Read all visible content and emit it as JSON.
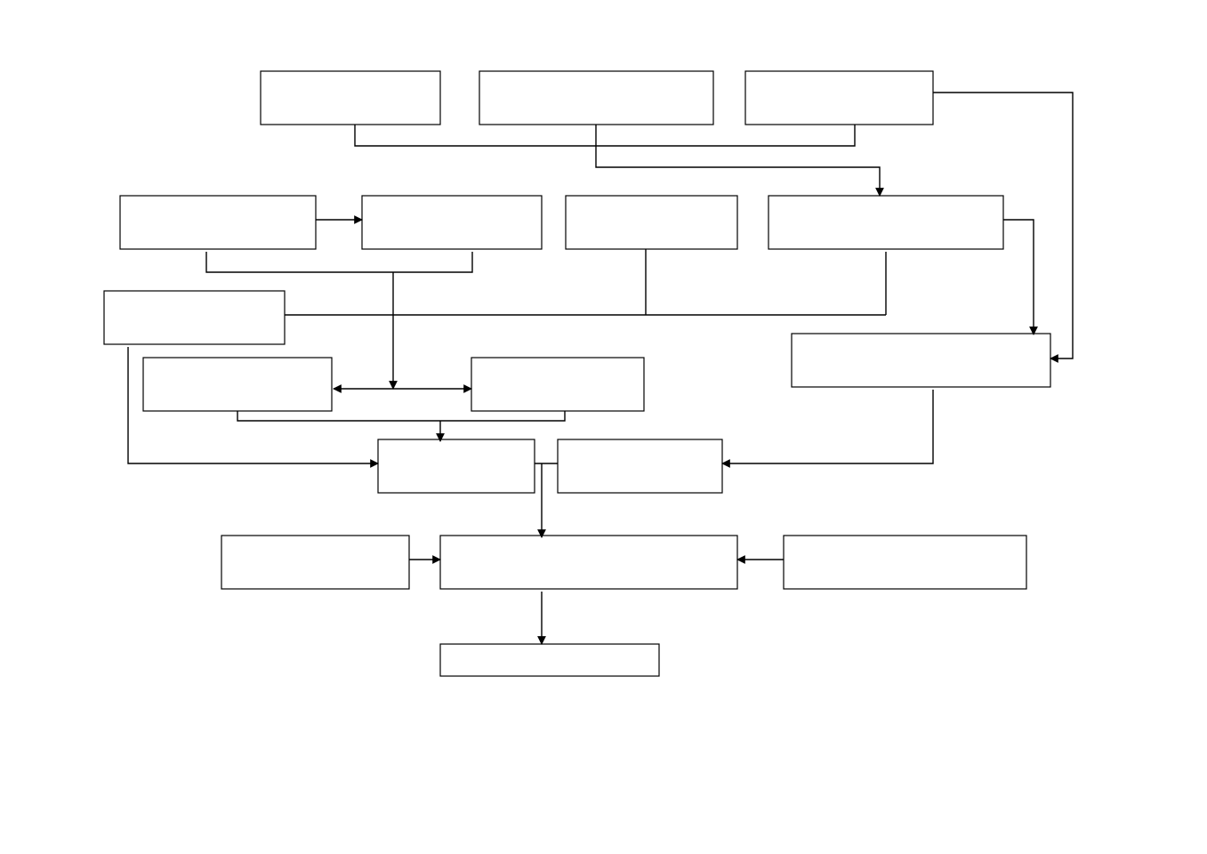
{
  "diagram": {
    "type": "flowchart",
    "background_color": "#ffffff",
    "line_color": "#000000",
    "nodes": [
      {
        "id": "box-top-left",
        "label": ""
      },
      {
        "id": "box-top-center",
        "label": ""
      },
      {
        "id": "box-top-right",
        "label": ""
      },
      {
        "id": "box-row2-a",
        "label": ""
      },
      {
        "id": "box-row2-b",
        "label": ""
      },
      {
        "id": "box-row2-c",
        "label": ""
      },
      {
        "id": "box-row2-d",
        "label": ""
      },
      {
        "id": "box-left-mid",
        "label": ""
      },
      {
        "id": "box-right-mid",
        "label": ""
      },
      {
        "id": "box-row4-left",
        "label": ""
      },
      {
        "id": "box-row4-right",
        "label": ""
      },
      {
        "id": "box-row5-left",
        "label": ""
      },
      {
        "id": "box-row5-right",
        "label": ""
      },
      {
        "id": "box-row6-left",
        "label": ""
      },
      {
        "id": "box-row6-center",
        "label": ""
      },
      {
        "id": "box-row6-right",
        "label": ""
      },
      {
        "id": "box-bottom",
        "label": ""
      }
    ],
    "connectors": [
      {
        "id": "merge-top-to-row2d",
        "from": [
          "box-top-left",
          "box-top-center",
          "box-top-right"
        ],
        "to": "box-row2-d"
      },
      {
        "id": "top-right-to-right-mid",
        "from": "box-top-right",
        "to": "box-right-mid"
      },
      {
        "id": "row2a-to-row2b",
        "from": "box-row2-a",
        "to": "box-row2-b"
      },
      {
        "id": "row2d-to-right-mid",
        "from": "box-row2-d",
        "to": "box-right-mid"
      },
      {
        "id": "merge-row2ab-to-row4",
        "from": [
          "box-row2-a",
          "box-row2-b"
        ],
        "to": [
          "box-row4-left",
          "box-row4-right"
        ]
      },
      {
        "id": "merge-left-mid-row2c-row2d",
        "from": [
          "box-left-mid",
          "box-row2-c",
          "box-row2-d"
        ],
        "to": null
      },
      {
        "id": "merge-row4-to-row5-left",
        "from": [
          "box-row4-left",
          "box-row4-right"
        ],
        "to": "box-row5-left"
      },
      {
        "id": "left-mid-to-row5-left",
        "from": "box-left-mid",
        "to": "box-row5-left"
      },
      {
        "id": "right-mid-to-row5-right",
        "from": "box-right-mid",
        "to": "box-row5-right"
      },
      {
        "id": "row5-to-row6-center",
        "from": [
          "box-row5-left",
          "box-row5-right"
        ],
        "to": "box-row6-center"
      },
      {
        "id": "row6-left-to-center",
        "from": "box-row6-left",
        "to": "box-row6-center"
      },
      {
        "id": "row6-right-to-center",
        "from": "box-row6-right",
        "to": "box-row6-center"
      },
      {
        "id": "row6-center-to-bottom",
        "from": "box-row6-center",
        "to": "box-bottom"
      }
    ]
  }
}
